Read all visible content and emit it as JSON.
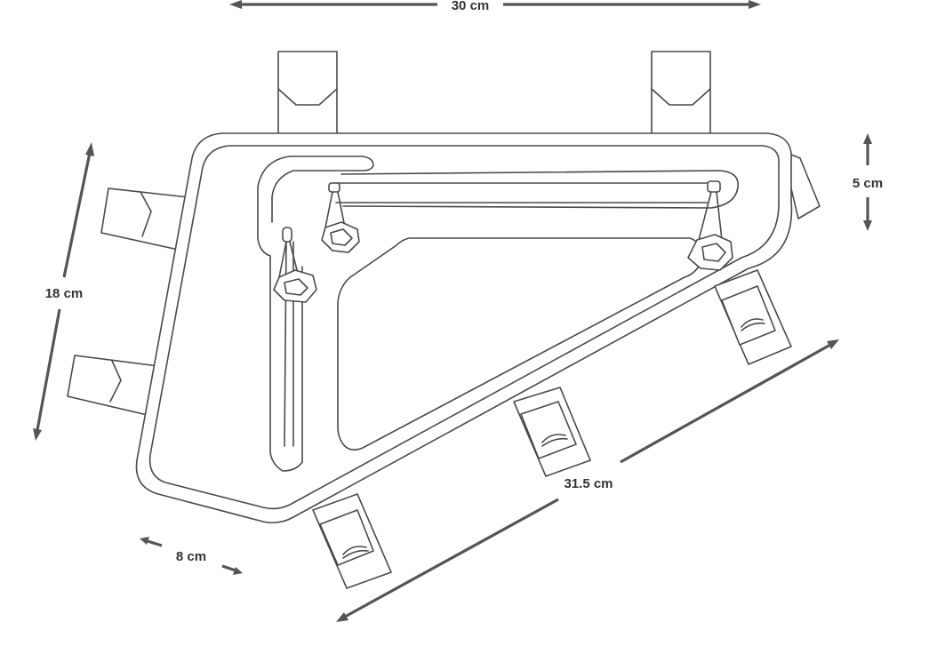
{
  "dimensions": {
    "top_width": "30 cm",
    "rear_height": "5 cm",
    "front_height": "18 cm",
    "bottom_length": "31.5 cm",
    "rear_depth": "8 cm"
  }
}
